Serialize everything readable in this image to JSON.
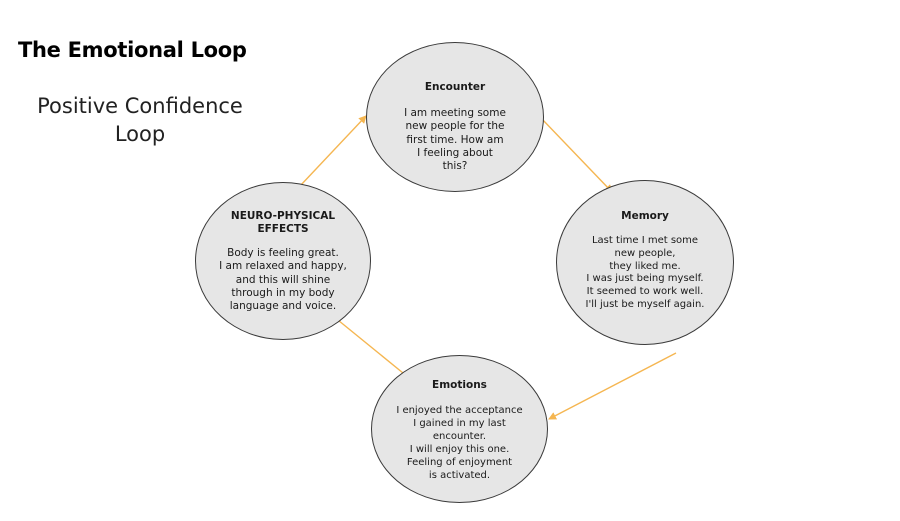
{
  "title": "The Emotional Loop",
  "subtitle": "Positive Confidence Loop",
  "colors": {
    "arrow": "#f5b651",
    "node_fill": "#e6e6e6",
    "node_border": "#3a3a3a"
  },
  "nodes": {
    "encounter": {
      "heading": "Encounter",
      "body": "I am meeting some\nnew people for the\nfirst time. How am\nI feeling about\nthis?"
    },
    "memory": {
      "heading": "Memory",
      "body": "Last time I met some\nnew people,\nthey liked me.\nI was just being myself.\nIt seemed to work well.\nI'll just be myself again."
    },
    "emotions": {
      "heading": "Emotions",
      "body": "I enjoyed the acceptance\nI gained in my last\nencounter.\nI will enjoy this one.\nFeeling of enjoyment\nis activated."
    },
    "neuro": {
      "heading": "NEURO-PHYSICAL EFFECTS",
      "body": "Body is feeling great.\nI am relaxed and happy,\nand this will shine\nthrough in my body\nlanguage and voice."
    }
  }
}
